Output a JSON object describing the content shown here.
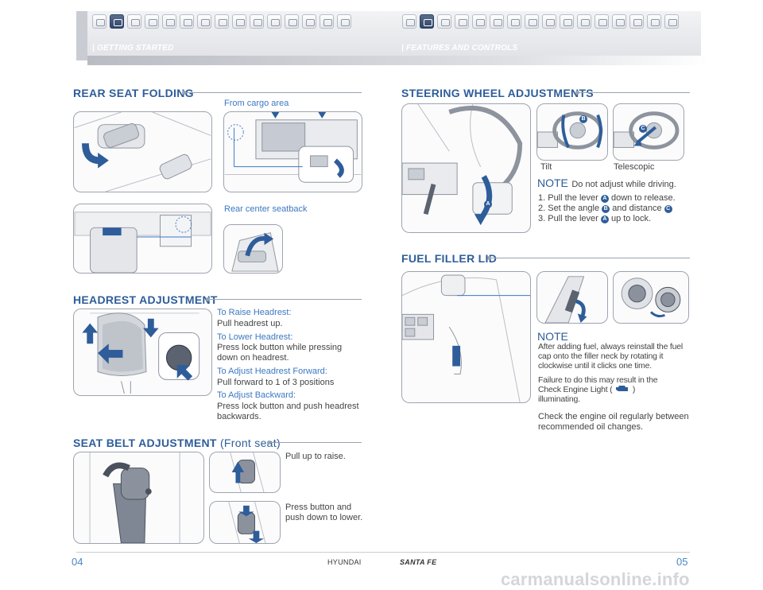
{
  "header": {
    "left_tab": "GETTING STARTED",
    "right_tab": "FEATURES AND CONTROLS",
    "left_icons": [
      "pencil-icon",
      "key-icon",
      "seat-icon",
      "wiper-icon",
      "car-icon",
      "car-side-icon",
      "lamp-icon",
      "gauge-icon",
      "key-fob-icon",
      "bluetooth-icon",
      "phone-icon",
      "monitor-icon",
      "door-icon",
      "tire-icon",
      "display-icon"
    ],
    "right_icons": [
      "pencil-icon",
      "steering-icon",
      "seat-icon",
      "mirror-icon",
      "home-icon",
      "car-icon",
      "lamp-icon",
      "gauge-icon",
      "key-fob-icon",
      "bluetooth-icon",
      "phone-icon",
      "monitor-icon",
      "door-icon",
      "person-icon",
      "map-icon",
      "display-icon"
    ]
  },
  "rear_seat": {
    "title": "REAR SEAT FOLDING",
    "cargo_label": "From cargo area",
    "center_label": "Rear center seatback"
  },
  "headrest": {
    "title": "HEADREST ADJUSTMENT",
    "items": [
      {
        "heading": "To Raise Headrest:",
        "body": "Pull headrest up."
      },
      {
        "heading": "To Lower Headrest:",
        "body": "Press lock button while pressing down on headrest."
      },
      {
        "heading": "To Adjust Headrest Forward:",
        "body": "Pull forward to 1 of 3 positions"
      },
      {
        "heading": "To Adjust Backward:",
        "body": "Press lock button and push headrest backwards."
      }
    ]
  },
  "seat_belt": {
    "title": "SEAT BELT ADJUSTMENT",
    "subtitle": "(Front seat)",
    "raise": "Pull up to raise.",
    "lower": "Press button and push down to lower."
  },
  "steering": {
    "title": "STEERING WHEEL ADJUSTMENTS",
    "tilt": "Tilt",
    "telescopic": "Telescopic",
    "note_word": "NOTE",
    "note": "Do not adjust while driving.",
    "step1_a": "1. Pull the lever",
    "step1_b": "down to release.",
    "step2_a": "2. Set the angle",
    "step2_b": "and distance",
    "step3_a": "3. Pull the lever",
    "step3_b": "up to lock.",
    "badge_a": "A",
    "badge_b": "B",
    "badge_c": "C"
  },
  "fuel": {
    "title": "FUEL FILLER LID",
    "note_word": "NOTE",
    "p1": "After adding fuel, always reinstall the fuel cap onto the filler neck by rotating it clockwise until it clicks one time.",
    "p2_a": "Failure to do this may result in the Check Engine Light (",
    "p2_b": ") illuminating.",
    "p3": "Check the engine oil regularly between recommended oil changes."
  },
  "footer": {
    "left_page": "04",
    "right_page": "05",
    "make": "HYUNDAI",
    "model": "SANTA FE",
    "watermark": "carmanualsonline.info"
  },
  "colors": {
    "accent": "#2e5d9a",
    "label_blue": "#3d78c2",
    "frame": "#9ea4ae"
  }
}
